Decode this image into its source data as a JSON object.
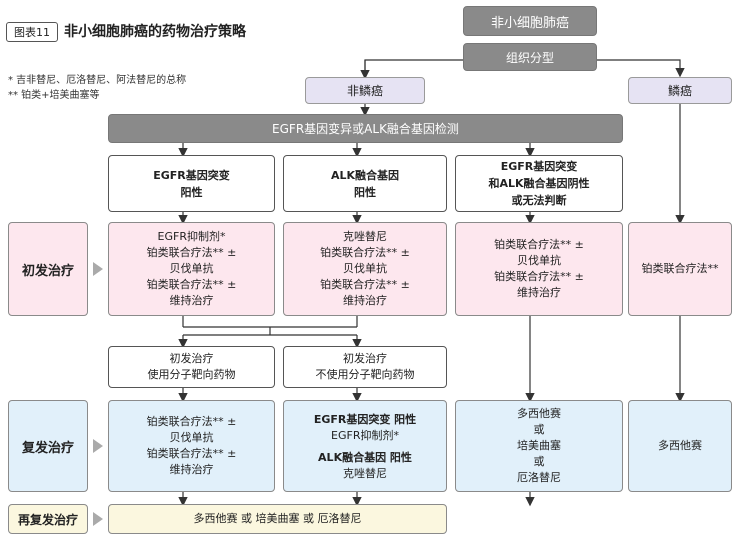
{
  "header": {
    "figure_tag": "图表11",
    "title": "非小细胞肺癌的药物治疗策略",
    "notes": [
      "*  吉非替尼、厄洛替尼、阿法替尼的总称",
      "** 铂类+培美曲塞等"
    ]
  },
  "nodes": {
    "root": "非小细胞肺癌",
    "histology": "组织分型",
    "non_squamous": "非鳞癌",
    "squamous": "鳞癌",
    "gene_test": "EGFR基因变异或ALK融合基因检测",
    "egfr_positive": [
      "EGFR基因突变",
      "阳性"
    ],
    "alk_positive": [
      "ALK融合基因",
      "阳性"
    ],
    "negative": [
      "EGFR基因突变",
      "和ALK融合基因阴性",
      "或无法判断"
    ]
  },
  "stages": {
    "first": "初发治疗",
    "relapse": "复发治疗",
    "rerelapse": "再复发治疗"
  },
  "first_line": {
    "egfr": [
      "EGFR抑制剂*",
      "铂类联合疗法**  ±",
      "贝伐单抗",
      "铂类联合疗法**  ±",
      "维持治疗"
    ],
    "alk": [
      "克唑替尼",
      "铂类联合疗法**  ±",
      "贝伐单抗",
      "铂类联合疗法**  ±",
      "维持治疗"
    ],
    "negative": [
      "铂类联合疗法**  ±",
      "贝伐单抗",
      "铂类联合疗法**  ±",
      "维持治疗"
    ],
    "squamous": [
      "铂类联合疗法**"
    ]
  },
  "intermediate": {
    "targeted": [
      "初发治疗",
      "使用分子靶向药物"
    ],
    "non_targeted": [
      "初发治疗",
      "不使用分子靶向药物"
    ]
  },
  "relapse": {
    "egfr_col": [
      "铂类联合疗法**  ±",
      "贝伐单抗",
      "铂类联合疗法**  ±",
      "维持治疗"
    ],
    "alk_col": {
      "egfr_head": "EGFR基因突变  阳性",
      "egfr_drug": "EGFR抑制剂*",
      "alk_head": "ALK融合基因  阳性",
      "alk_drug": "克唑替尼"
    },
    "negative": [
      "多西他赛",
      "或",
      "培美曲塞",
      "或",
      "厄洛替尼"
    ],
    "squamous": [
      "多西他赛"
    ]
  },
  "rerelapse": {
    "text": "多西他赛 或 培美曲塞 或 厄洛替尼"
  }
}
